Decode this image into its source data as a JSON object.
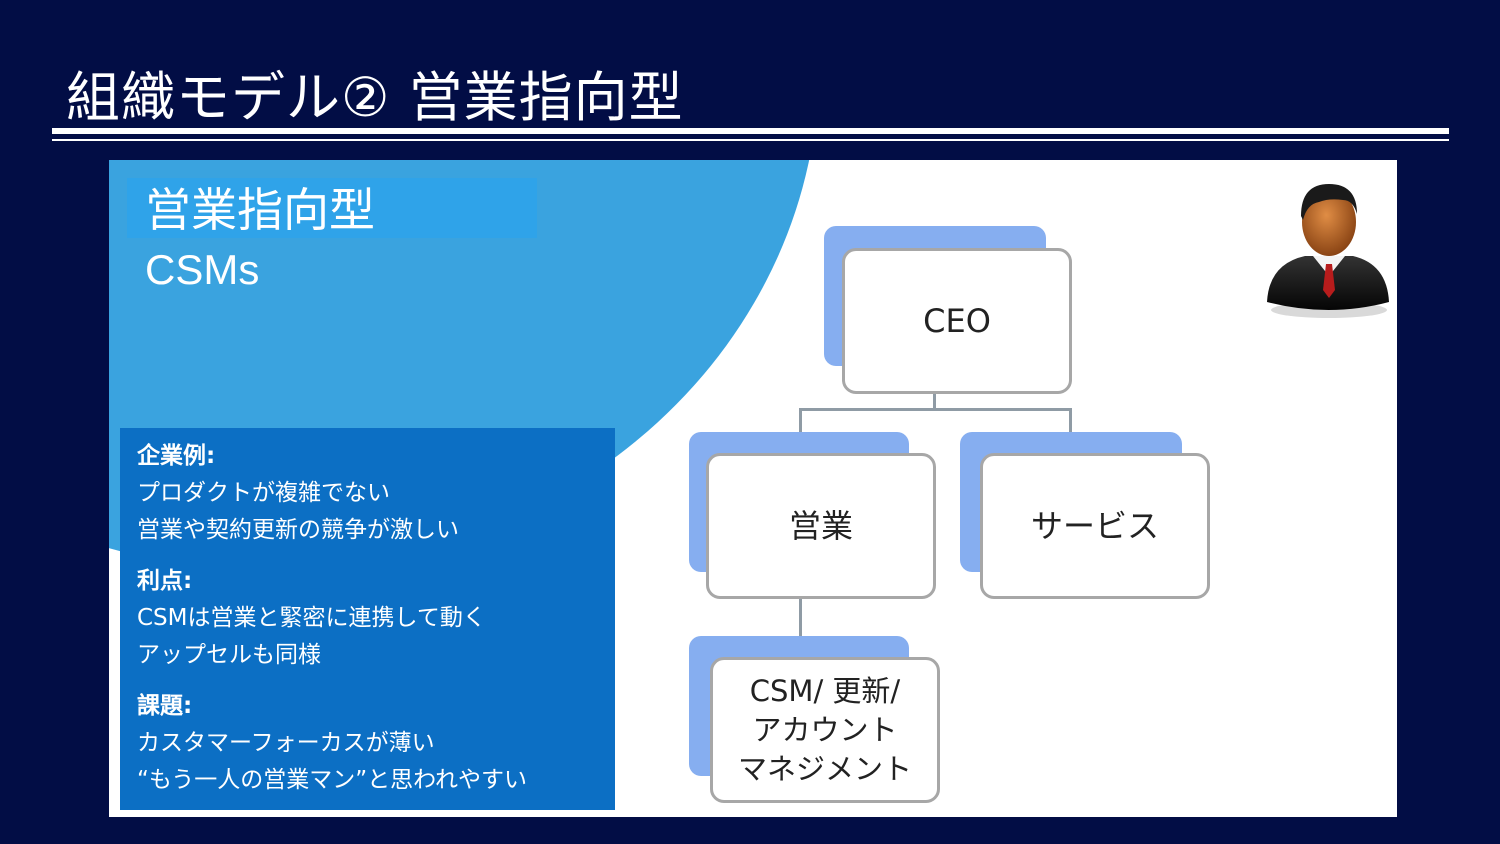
{
  "slide": {
    "title": "組織モデル② 営業指向型"
  },
  "panel": {
    "heading": "営業指向型",
    "subheading": "CSMs",
    "info": {
      "examples_label": "企業例:",
      "examples": [
        "プロダクトが複雑でない",
        "営業や契約更新の競争が激しい"
      ],
      "pros_label": "利点:",
      "pros": [
        "CSMは営業と緊密に連携して動く",
        "アップセルも同様"
      ],
      "issues_label": "課題:",
      "issues": [
        "カスタマーフォーカスが薄い",
        "“もう一人の営業マン”と思われやすい"
      ]
    },
    "org_chart": {
      "ceo": "CEO",
      "sales": "営業",
      "service": "サービス",
      "csm": "CSM/ 更新/\nアカウント\nマネジメント"
    },
    "icons": {
      "avatar": "businessman-icon"
    }
  }
}
